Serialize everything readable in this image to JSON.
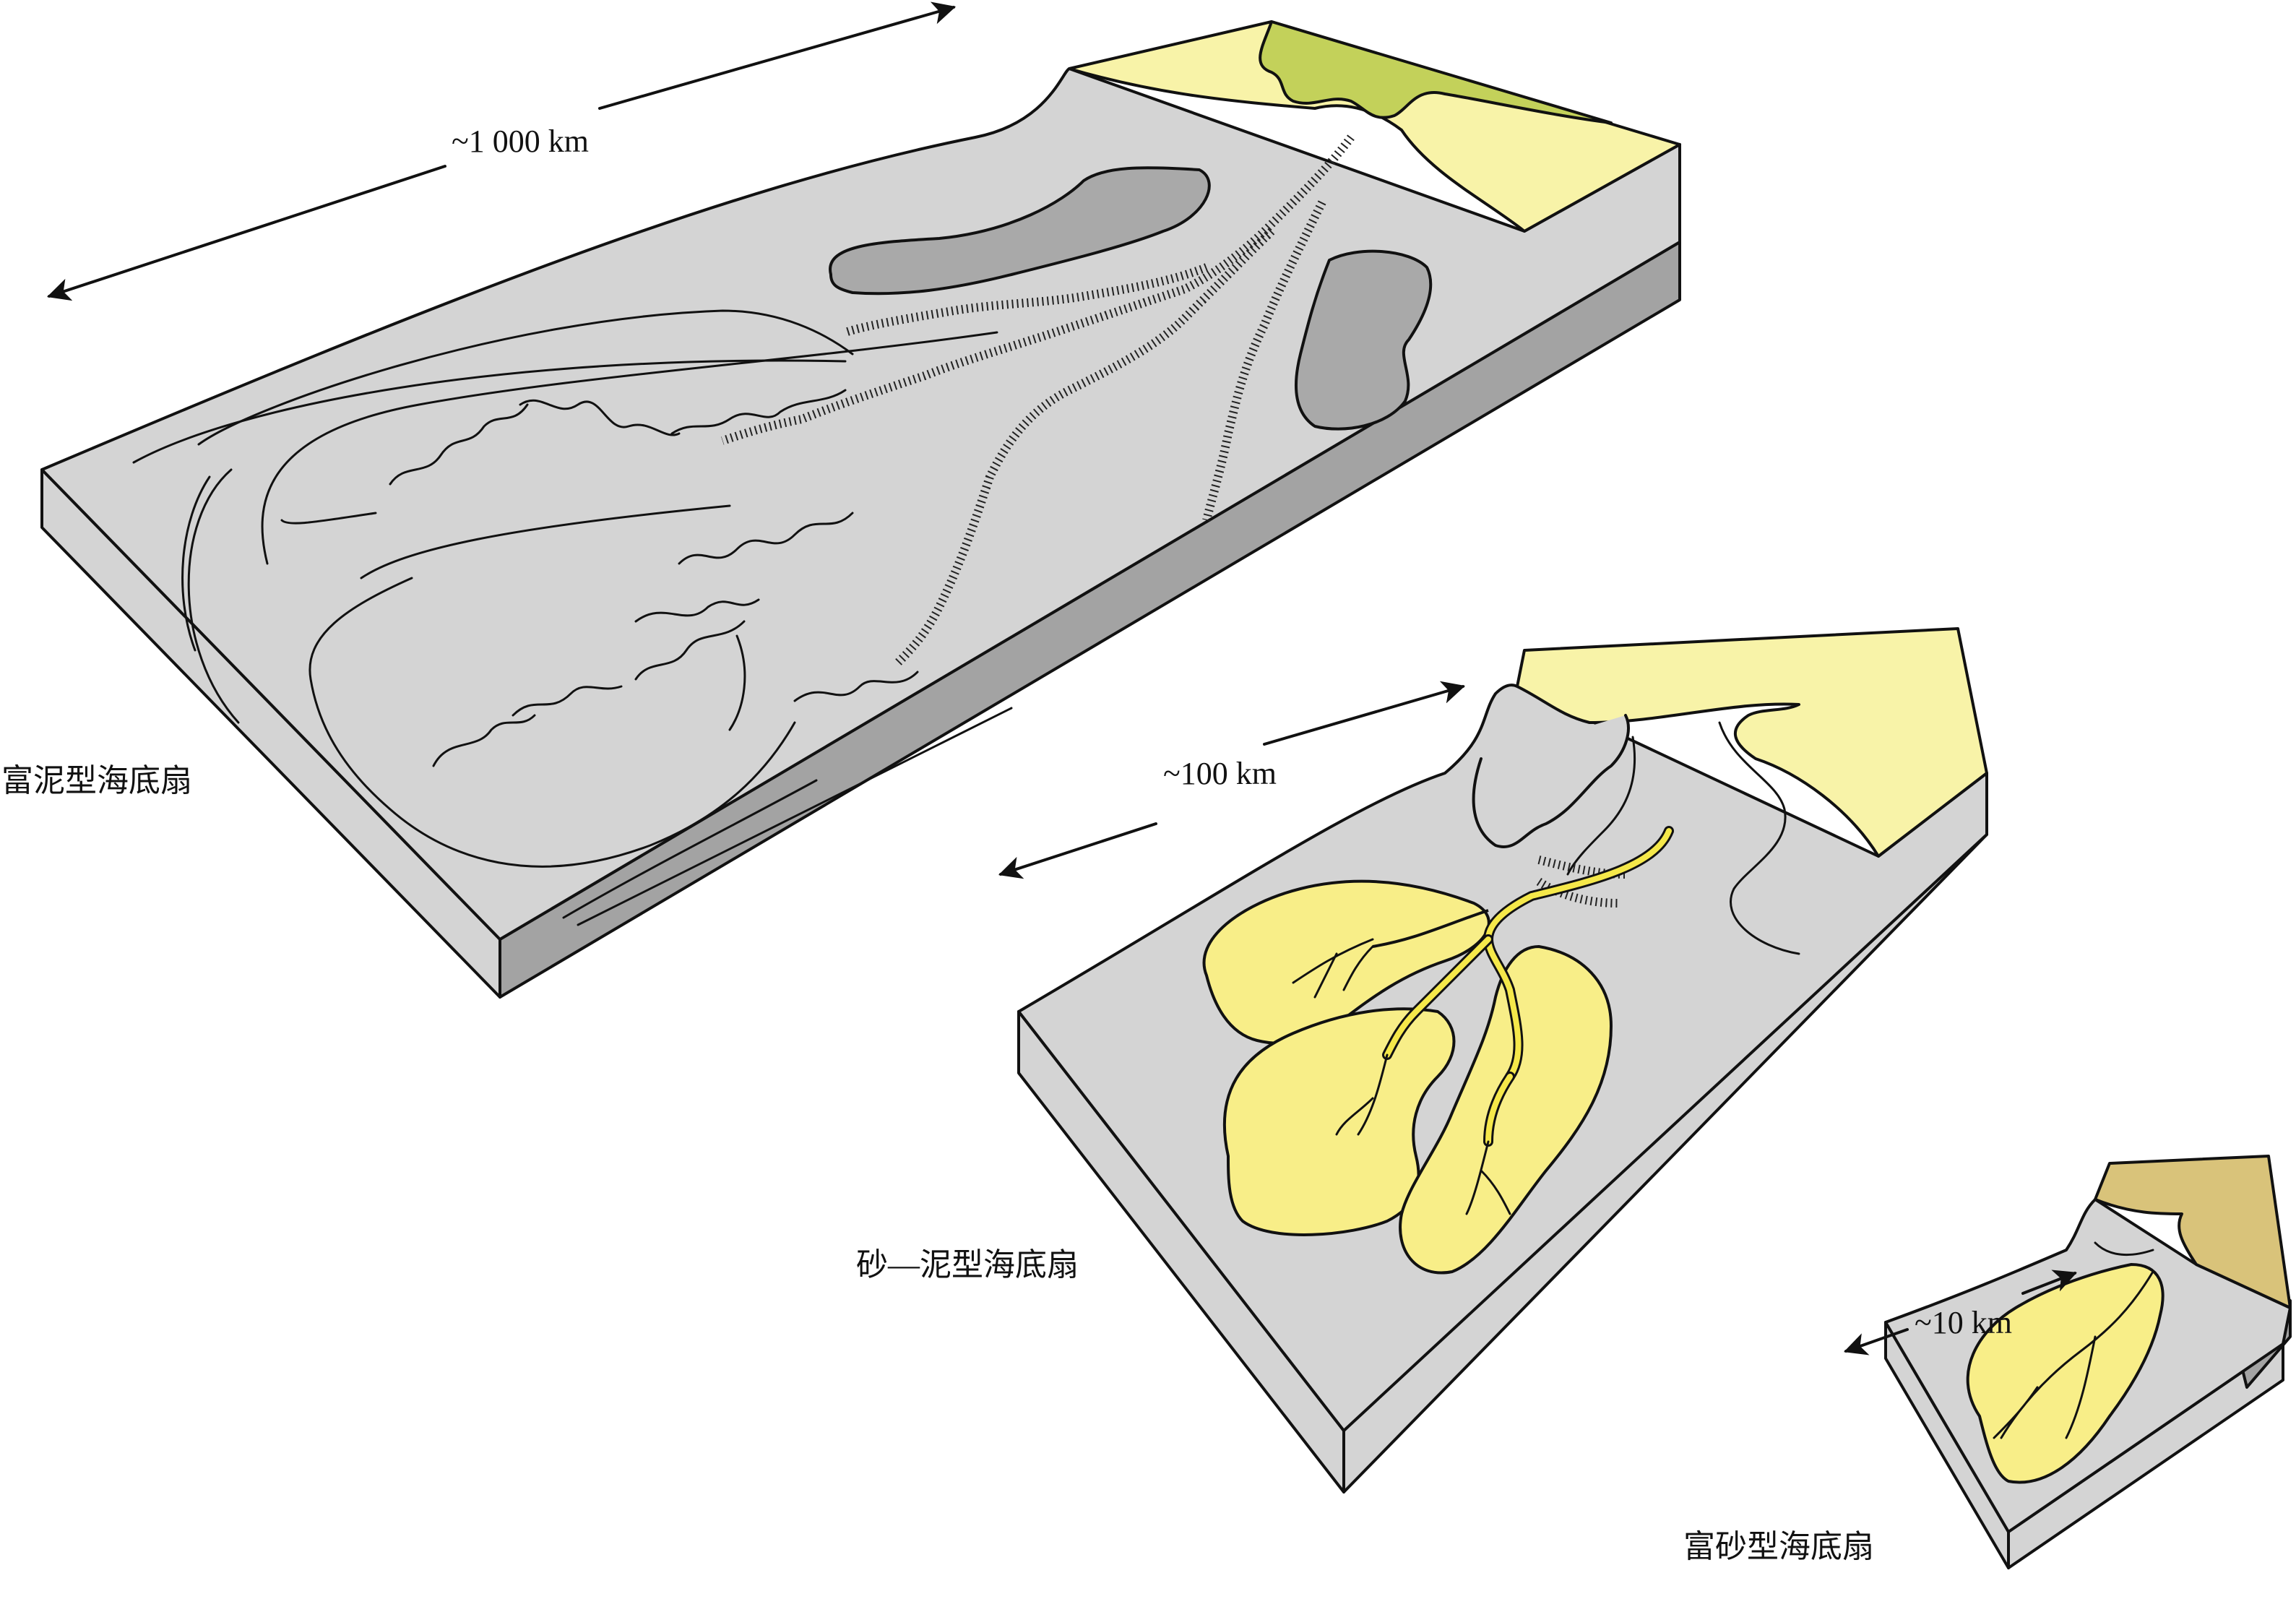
{
  "labels": {
    "mud_fan": "富泥型海底扇",
    "sand_mud_fan": "砂—泥型海底扇",
    "sand_fan": "富砂型海底扇"
  },
  "scales": {
    "large": "~1 000 km",
    "medium": "~100 km",
    "small": "~10 km"
  },
  "colors": {
    "shelf_yellow": "#f8f3a8",
    "green_delta": "#c3d15a",
    "seafloor_grey": "#d4d4d4",
    "slope_grey": "#a3a3a3",
    "sand_yellow": "#f8ee88",
    "tan_shelf": "#d9c37a"
  }
}
